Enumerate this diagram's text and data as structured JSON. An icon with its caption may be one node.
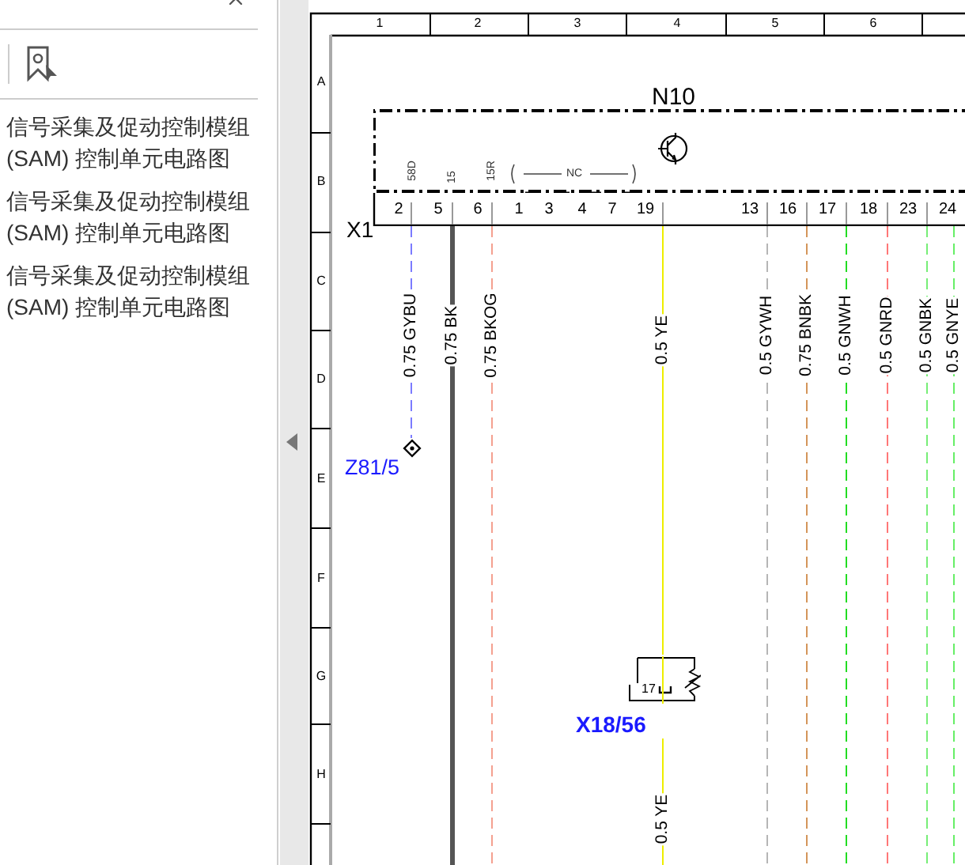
{
  "diagram": {
    "nodes": [
      {
        "text": [
          "N10"
        ]
      },
      {
        "text": [
          "X1"
        ]
      },
      {
        "text": [
          "Z81/5"
        ]
      },
      {
        "text": [
          "X18/56"
        ]
      }
    ],
    "edges": [
      {
        "from": 1,
        "to": 2,
        "arrow": "none",
        "label": "0.75 GYBU",
        "style": "dashed",
        "color": "#7b7bff"
      },
      {
        "from": 1,
        "to": null,
        "arrow": "none",
        "label": "0.75 BK",
        "style": "thick",
        "color": "#555555"
      },
      {
        "from": 1,
        "to": null,
        "arrow": "none",
        "label": "0.75 BKOG",
        "style": "dashed",
        "color": "#f4a090"
      },
      {
        "from": 1,
        "to": 3,
        "arrow": "none",
        "label": "0.5 YE",
        "color": "#eeee00"
      },
      {
        "from": 3,
        "to": null,
        "arrow": "none",
        "label": "0.5 YE",
        "color": "#eeee00"
      },
      {
        "from": 1,
        "to": null,
        "arrow": "none",
        "label": "0.5 GYWH",
        "style": "dashed",
        "color": "#b5b5b5"
      },
      {
        "from": 1,
        "to": null,
        "arrow": "none",
        "label": "0.75 BNBK",
        "style": "dashed",
        "color": "#d4955a"
      },
      {
        "from": 1,
        "to": null,
        "arrow": "none",
        "label": "0.5 GNWH",
        "style": "dashed",
        "color": "#22dd22"
      },
      {
        "from": 1,
        "to": null,
        "arrow": "none",
        "label": "0.5 GNRD",
        "style": "dashed",
        "color": "#ff7777"
      },
      {
        "from": 1,
        "to": null,
        "arrow": "none",
        "label": "0.5 GNBK",
        "style": "dashed",
        "color": "#77ee77"
      },
      {
        "from": 1,
        "to": null,
        "arrow": "none",
        "label": "0.5 GNYE",
        "style": "dashed",
        "color": "#66ee66"
      }
    ],
    "labels": [
      "信号采集及促动控制模组(SAM) 控制单元电路图",
      "信号采集及促动控制模组(SAM) 控制单元电路图",
      "信号采集及促动控制模组(SAM) 控制单元电路图",
      "1",
      "2",
      "3",
      "4",
      "5",
      "6",
      "A",
      "B",
      "C",
      "D",
      "E",
      "F",
      "G",
      "H",
      "58D",
      "15",
      "15R",
      "NC",
      "2",
      "5",
      "6",
      "1",
      "3",
      "4",
      "7",
      "19",
      "13",
      "16",
      "17",
      "18",
      "23",
      "24",
      "17"
    ]
  }
}
